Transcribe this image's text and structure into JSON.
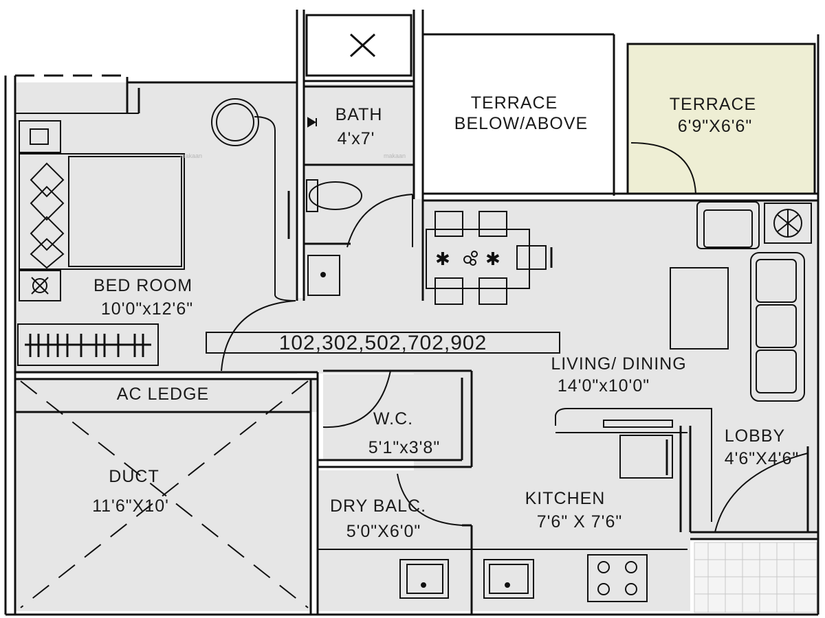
{
  "unit_numbers": "102,302,502,702,902",
  "watermark": "makaan",
  "colors": {
    "floor": "#e6e6e6",
    "terrace_highlight": "#eeeed4",
    "wall": "#111111",
    "background": "#ffffff"
  },
  "rooms": {
    "bath": {
      "name": "BATH",
      "size": "4'x7'"
    },
    "terrace_below": {
      "name_line1": "TERRACE",
      "name_line2": "BELOW/ABOVE"
    },
    "terrace": {
      "name": "TERRACE",
      "size": "6'9\"X6'6\""
    },
    "bedroom": {
      "name": "BED ROOM",
      "size": "10'0\"x12'6\""
    },
    "living": {
      "name": "LIVING/ DINING",
      "size": "14'0\"x10'0\""
    },
    "ac_ledge": {
      "name": "AC LEDGE"
    },
    "wc": {
      "name": "W.C.",
      "size": "5'1\"x3'8\""
    },
    "lobby": {
      "name": "LOBBY",
      "size": "4'6\"X4'6\""
    },
    "duct": {
      "name": "DUCT",
      "size": "11'6\"X10'"
    },
    "dry_balc": {
      "name": "DRY BALC.",
      "size": "5'0\"X6'0\""
    },
    "kitchen": {
      "name": "KITCHEN",
      "size": "7'6\" X 7'6\""
    }
  }
}
